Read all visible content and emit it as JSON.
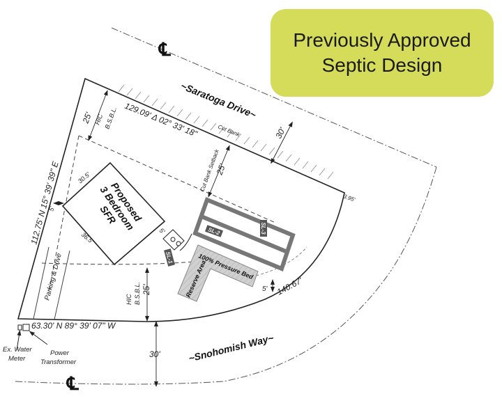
{
  "callout": {
    "line1": "Previously Approved",
    "line2": "Septic Design",
    "color": "#d4dc5a"
  },
  "streets": {
    "north": "~Saratoga Drive~",
    "south": "~Snohomish Way~",
    "centerline_symbol": "℄"
  },
  "dimensions": {
    "north_boundary": "129.09' Δ 02° 33' 18\"",
    "west_boundary": "112.75' N 15° 39' 39\" E",
    "south_boundary": "63.30' N 89° 39' 07\" W",
    "curve_boundary": "140.67'",
    "east_short": "3.95'",
    "north_row": "30'",
    "south_row": "30'",
    "north_bsbl": "25'",
    "south_bsbl": "25'",
    "cut_bank_setback": "25'",
    "house_side_a": "30.5'",
    "house_side_b": "36.5'",
    "house_setback": "5'",
    "tank_offset": "5'",
    "bed_offset": "5'"
  },
  "labels": {
    "bsbl_line1": "HIC",
    "bsbl_line2": "B.S.B.L.",
    "cut_bank": "Cut Bank",
    "cut_bank_setback": "Cut Bank Setback",
    "parking": "Parking & Drive",
    "house_line1": "Proposed",
    "house_line2": "3 Bedroom",
    "house_line3": "SFR",
    "pressure_bed": "100% Pressure Bed",
    "reserve_area": "Reserve Area",
    "sl1": "SL-1",
    "sl2": "SL-2",
    "sl3": "SL-3",
    "water_meter_line1": "Ex. Water",
    "water_meter_line2": "Meter",
    "transformer_line1": "Power",
    "transformer_line2": "Transformer"
  }
}
